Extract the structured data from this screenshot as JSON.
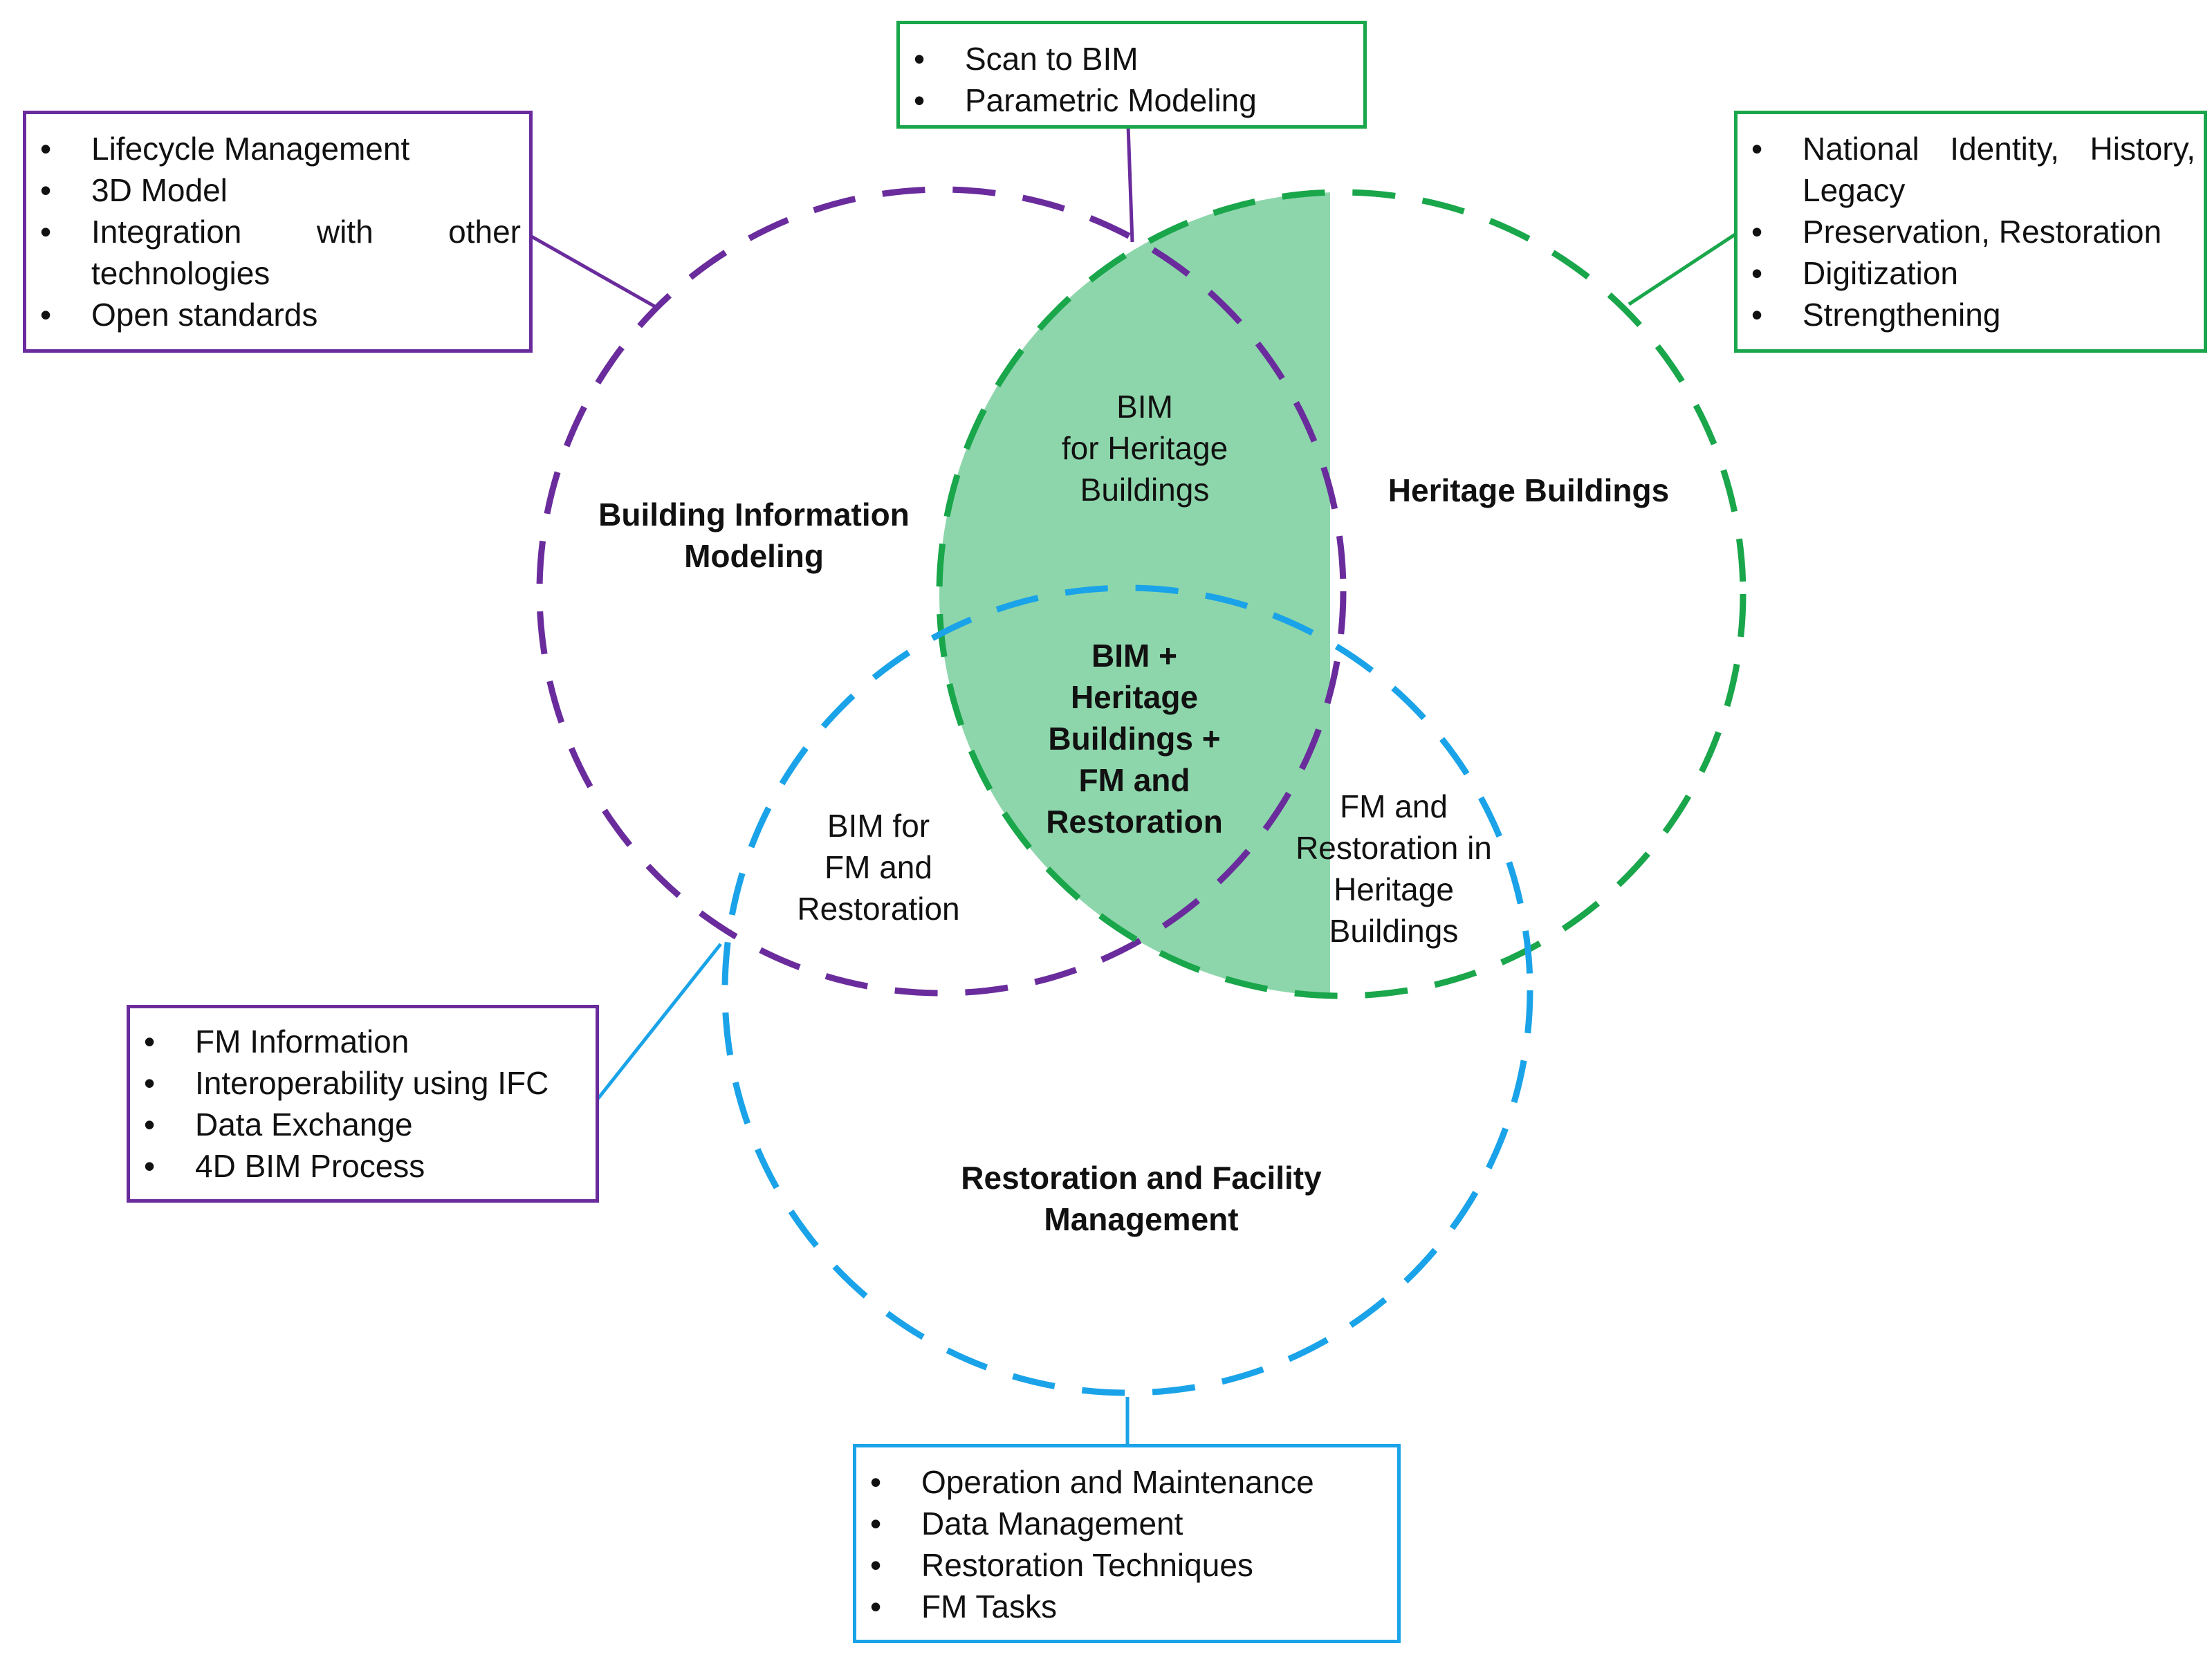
{
  "colors": {
    "bim": "#6a2c9c",
    "heritage": "#1aa64b",
    "fm": "#1aa3e8",
    "overlap_fill": "#8dd6ab",
    "text": "#111111"
  },
  "circles": {
    "bim": {
      "title": "Building Information\nModeling"
    },
    "heritage": {
      "title": "Heritage Buildings"
    },
    "fm": {
      "title": "Restoration and Facility\nManagement"
    }
  },
  "intersections": {
    "bim_heritage": "BIM\nfor Heritage\nBuildings",
    "bim_fm": "BIM for\nFM and\nRestoration",
    "heritage_fm": "FM and\nRestoration in\nHeritage\nBuildings",
    "center": "BIM +\nHeritage\nBuildings +\nFM and\nRestoration"
  },
  "boxes": {
    "bim": {
      "items": [
        "Lifecycle Management",
        "3D Model",
        "Integration with other technologies",
        "Open standards"
      ]
    },
    "bim_heritage": {
      "items": [
        "Scan to BIM",
        "Parametric Modeling"
      ]
    },
    "heritage": {
      "items": [
        "National Identity, History, Legacy",
        "Preservation, Restoration",
        "Digitization",
        "Strengthening"
      ]
    },
    "bim_fm": {
      "items": [
        "FM Information",
        "Interoperability using IFC",
        "Data Exchange",
        "4D BIM Process"
      ]
    },
    "fm": {
      "items": [
        "Operation and Maintenance",
        "Data Management",
        "Restoration Techniques",
        "FM Tasks"
      ]
    }
  }
}
